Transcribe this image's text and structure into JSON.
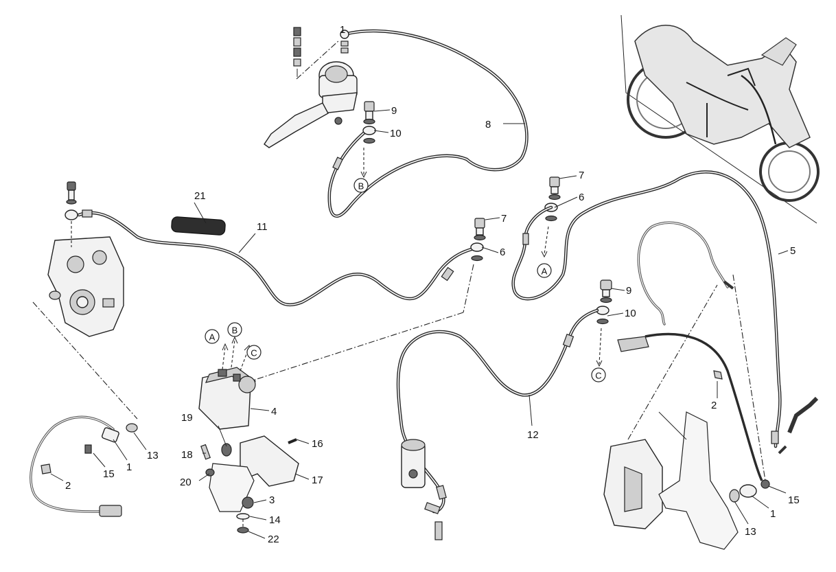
{
  "callouts": [
    {
      "id": "c8",
      "text": "8"
    },
    {
      "id": "c9a",
      "text": "9"
    },
    {
      "id": "c10a",
      "text": "10"
    },
    {
      "id": "c21",
      "text": "21"
    },
    {
      "id": "c11",
      "text": "11"
    },
    {
      "id": "c7a",
      "text": "7"
    },
    {
      "id": "c6a",
      "text": "6"
    },
    {
      "id": "c7b",
      "text": "7"
    },
    {
      "id": "c6b",
      "text": "6"
    },
    {
      "id": "c5",
      "text": "5"
    },
    {
      "id": "c9b",
      "text": "9"
    },
    {
      "id": "c10b",
      "text": "10"
    },
    {
      "id": "c4",
      "text": "4"
    },
    {
      "id": "c16",
      "text": "16"
    },
    {
      "id": "c17",
      "text": "17"
    },
    {
      "id": "c18",
      "text": "18"
    },
    {
      "id": "c19",
      "text": "19"
    },
    {
      "id": "c20",
      "text": "20"
    },
    {
      "id": "c3",
      "text": "3"
    },
    {
      "id": "c14",
      "text": "14"
    },
    {
      "id": "c22",
      "text": "22"
    },
    {
      "id": "c12",
      "text": "12"
    },
    {
      "id": "c2a",
      "text": "2"
    },
    {
      "id": "c15a",
      "text": "15"
    },
    {
      "id": "c1a",
      "text": "1"
    },
    {
      "id": "c13a",
      "text": "13"
    },
    {
      "id": "c2b",
      "text": "2"
    },
    {
      "id": "c15b",
      "text": "15"
    },
    {
      "id": "c1b",
      "text": "1"
    },
    {
      "id": "c13b",
      "text": "13"
    }
  ],
  "references": [
    {
      "id": "refB1",
      "text": "B"
    },
    {
      "id": "refA1",
      "text": "A"
    },
    {
      "id": "refC1",
      "text": "C"
    },
    {
      "id": "refA2",
      "text": "A"
    },
    {
      "id": "refB2",
      "text": "B"
    },
    {
      "id": "refC2",
      "text": "C"
    }
  ]
}
